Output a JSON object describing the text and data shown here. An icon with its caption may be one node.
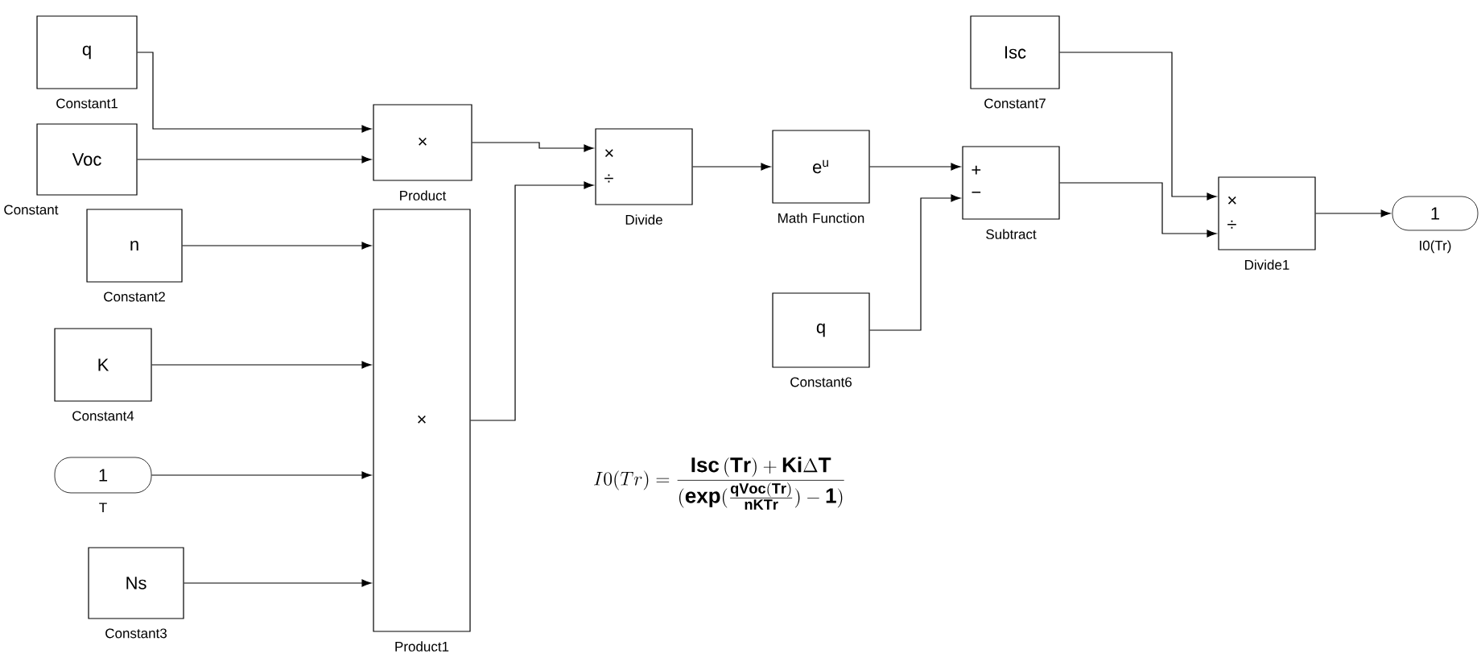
{
  "diagram": {
    "nodes": [
      {
        "text": [
          "q",
          "Constant1"
        ]
      },
      {
        "text": [
          "Voc",
          "Constant"
        ]
      },
      {
        "text": [
          "×",
          "Product"
        ]
      },
      {
        "text": [
          "n",
          "Constant2"
        ]
      },
      {
        "text": [
          "×",
          "Product1"
        ]
      },
      {
        "text": [
          "K",
          "Constant4"
        ]
      },
      {
        "text": [
          "1",
          "T"
        ]
      },
      {
        "text": [
          "Ns",
          "Constant3"
        ]
      },
      {
        "text": [
          "×",
          "÷",
          "Divide"
        ]
      },
      {
        "text": [
          "e$^{u}$",
          "Math Function"
        ]
      },
      {
        "text": [
          "Isc",
          "Constant7"
        ]
      },
      {
        "text": [
          "+",
          "−",
          "Subtract"
        ]
      },
      {
        "text": [
          "q",
          "Constant6"
        ]
      },
      {
        "text": [
          "×",
          "÷",
          "Divide1"
        ]
      },
      {
        "text": [
          "1",
          "I0(Tr)"
        ]
      }
    ],
    "edges": [
      {
        "from": 0,
        "to": 2,
        "arrow": "to"
      },
      {
        "from": 1,
        "to": 2,
        "arrow": "to"
      },
      {
        "from": 2,
        "to": 8,
        "arrow": "to"
      },
      {
        "from": 3,
        "to": 4,
        "arrow": "to"
      },
      {
        "from": 5,
        "to": 4,
        "arrow": "to"
      },
      {
        "from": 6,
        "to": 4,
        "arrow": "to"
      },
      {
        "from": 7,
        "to": 4,
        "arrow": "to"
      },
      {
        "from": 4,
        "to": 8,
        "arrow": "to"
      },
      {
        "from": 8,
        "to": 9,
        "arrow": "to"
      },
      {
        "from": 9,
        "to": 11,
        "arrow": "to"
      },
      {
        "from": 12,
        "to": 11,
        "arrow": "to"
      },
      {
        "from": 10,
        "to": 13,
        "arrow": "to"
      },
      {
        "from": 11,
        "to": 13,
        "arrow": "to"
      },
      {
        "from": 13,
        "to": 14,
        "arrow": "to"
      }
    ],
    "labels": [
      "I0(Tr)=\\frac{\\mathbf{Isc\\,(Tr)+Ki}\\Delta\\mathbf{T}}{\\mathbf{(exp(\\frac{qVoc(Tr)}{nKTr})-1)}}"
    ]
  }
}
